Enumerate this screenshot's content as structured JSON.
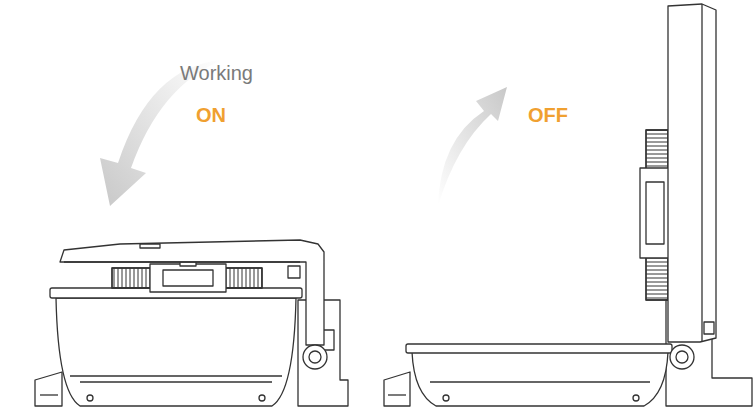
{
  "diagram": {
    "labels": [
      "Working",
      "ON",
      "OFF"
    ]
  }
}
